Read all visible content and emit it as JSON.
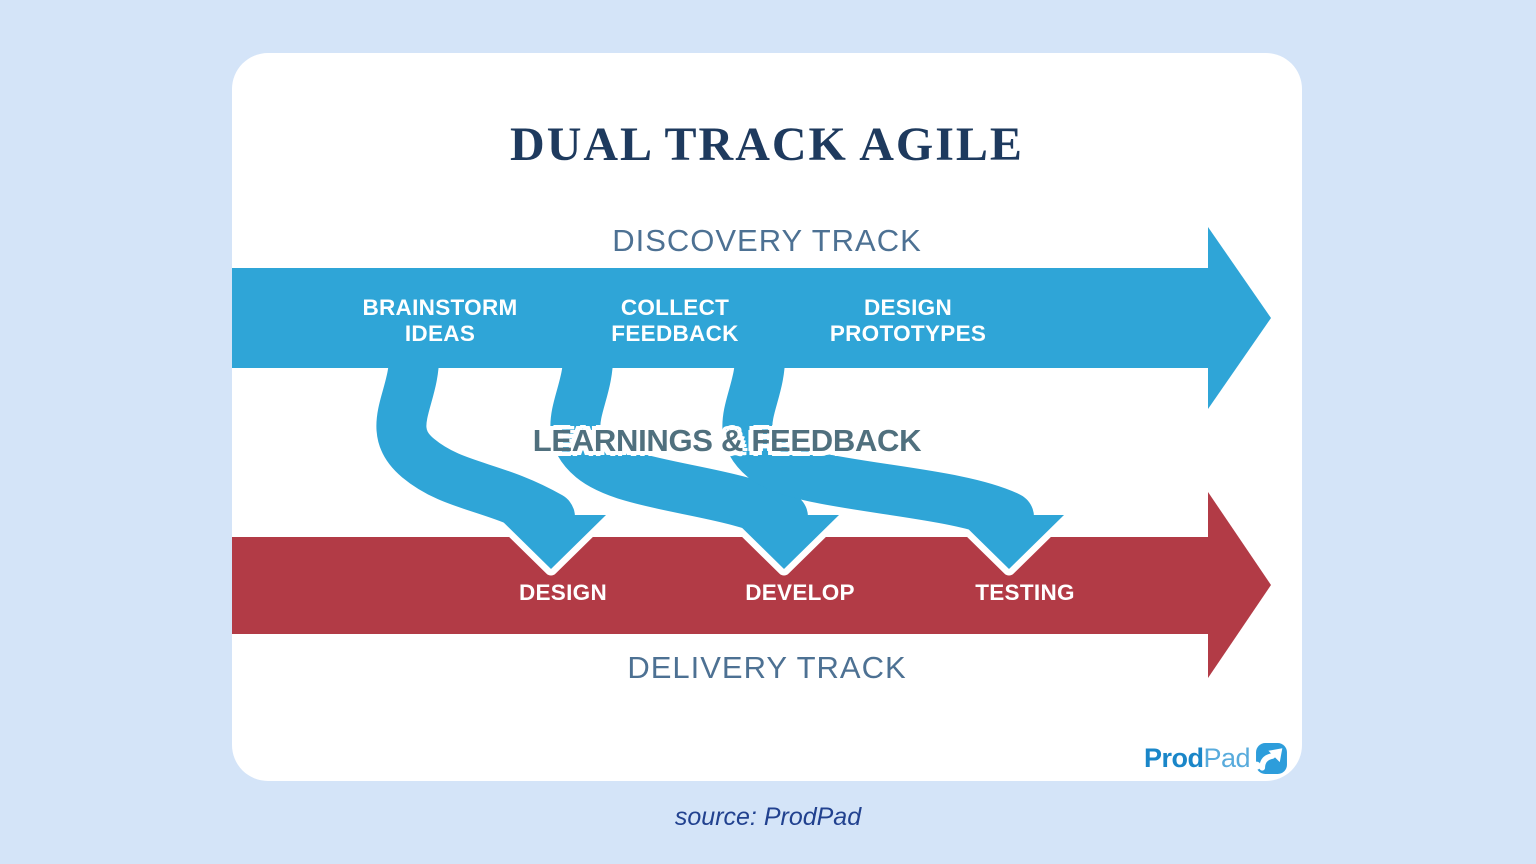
{
  "title": "DUAL TRACK AGILE",
  "colors": {
    "discovery_blue": "#2fa5d7",
    "delivery_red": "#b23b46",
    "outline_white": "#ffffff",
    "title_navy": "#1e3a5e",
    "track_label_slate": "#4d7193",
    "learnings_gray": "#50707e",
    "logo_blue": "#2d9ddb",
    "page_background": "#d4e4f8"
  },
  "discovery": {
    "label": "DISCOVERY TRACK",
    "steps": [
      {
        "line1": "BRAINSTORM",
        "line2": "IDEAS"
      },
      {
        "line1": "COLLECT",
        "line2": "FEEDBACK"
      },
      {
        "line1": "DESIGN",
        "line2": "PROTOTYPES"
      }
    ]
  },
  "connector": {
    "label": "LEARNINGS & FEEDBACK",
    "ribbon_count": 3
  },
  "delivery": {
    "label": "DELIVERY TRACK",
    "steps": [
      "DESIGN",
      "DEVELOP",
      "TESTING"
    ]
  },
  "logo": {
    "part1": "Prod",
    "part2": "Pad",
    "icon": "arrow-up-right-icon"
  },
  "caption": "source: ProdPad"
}
